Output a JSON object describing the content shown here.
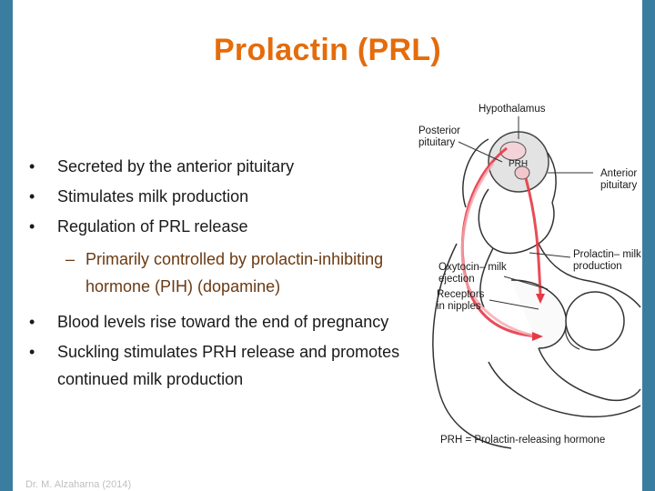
{
  "title": "Prolactin (PRL)",
  "bullets": {
    "b1": "Secreted by the anterior pituitary",
    "b2": "Stimulates milk production",
    "b3": "Regulation of PRL release",
    "b3_sub": "Primarily controlled by prolactin-inhibiting hormone (PIH) (dopamine)",
    "b4": "Blood levels rise toward the end of pregnancy",
    "b5": "Suckling stimulates PRH release and promotes continued milk production",
    "bullet_char": "•",
    "dash_char": "–"
  },
  "figure": {
    "hypothalamus": "Hypothalamus",
    "posterior_pituitary": "Posterior pituitary",
    "prh": "PRH",
    "anterior_pituitary": "Anterior pituitary",
    "prolactin_milk_production": "Prolactin– milk production",
    "oxytocin_milk_ejection": "Oxytocin– milk ejection",
    "receptors_in_nipples": "Receptors in nipples",
    "legend": "PRH = Prolactin-releasing hormone"
  },
  "credit": "Dr. M. Alzaharna (2014)",
  "colors": {
    "title": "#e46c0a",
    "border": "#3b7d9f",
    "arrow": "#e53946",
    "sub_bullet": "#6b3a12"
  }
}
